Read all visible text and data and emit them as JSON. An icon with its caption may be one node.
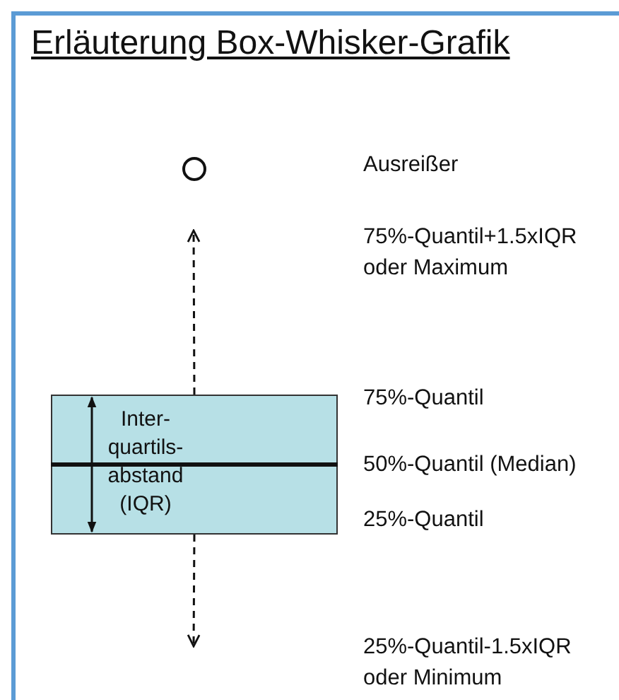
{
  "diagram": {
    "title": "Erläuterung Box-Whisker-Grafik",
    "nodes": [
      {
        "text": [],
        "shape": "circle"
      },
      {
        "text": [
          "Inter- quartils- abstand (IQR)"
        ]
      }
    ],
    "edges": [
      {
        "from": 1,
        "to": null,
        "arrow": "to",
        "style": "dashed"
      },
      {
        "from": 1,
        "to": null,
        "arrow": "to",
        "style": "dashed"
      }
    ],
    "labels": [
      "Ausreißer",
      "75%-Quantil+1.5xIQR oder Maximum",
      "75%-Quantil",
      "50%-Quantil (Median)",
      "25%-Quantil",
      "25%-Quantil-1.5xIQR oder Minimum"
    ]
  }
}
